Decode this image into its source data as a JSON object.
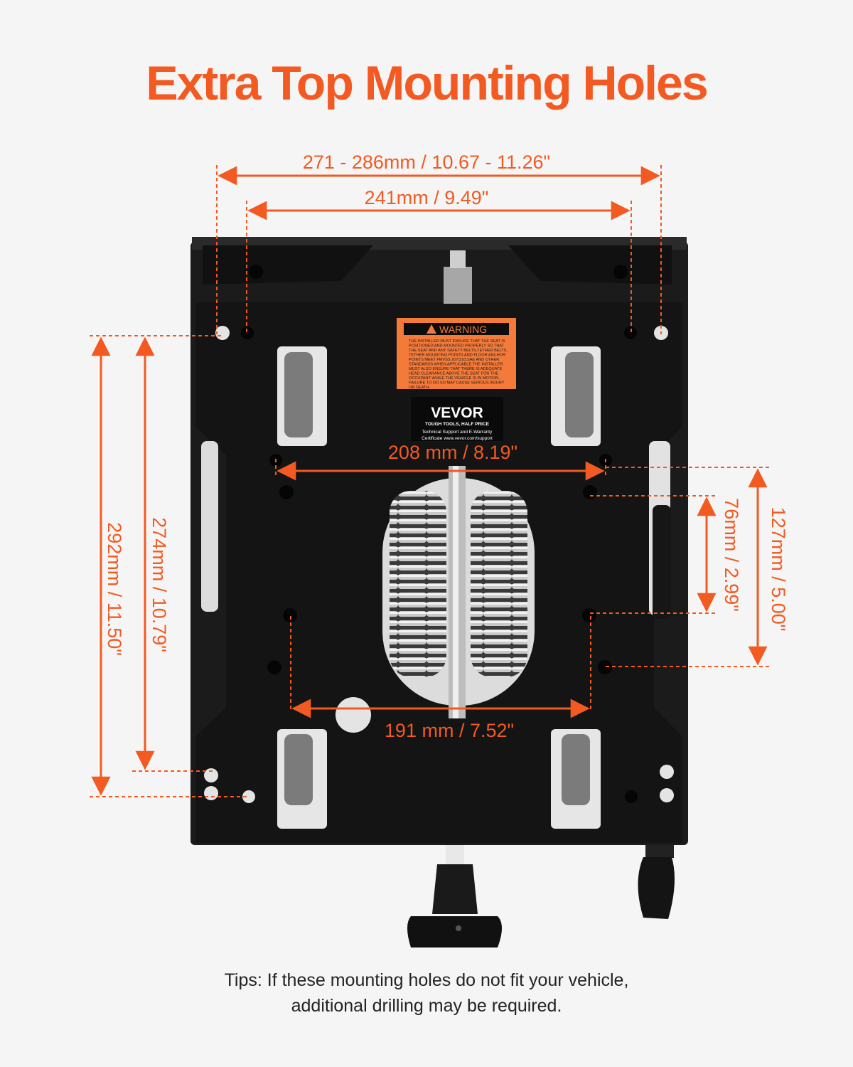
{
  "title": "Extra Top Mounting Holes",
  "colors": {
    "accent": "#f25a22",
    "frame": "#171717",
    "warning": "#f47a3a"
  },
  "dimensions": {
    "top_outer": "271 - 286mm / 10.67 - 11.26\"",
    "top_inner": "241mm / 9.49\"",
    "mid_width": "208 mm / 8.19\"",
    "bottom_width": "191 mm / 7.52\"",
    "left_outer": "292mm / 11.50\"",
    "left_inner": "274mm / 10.79\"",
    "right_inner": "76mm / 2.99\"",
    "right_outer": "127mm / 5.00\""
  },
  "product": {
    "warning_header": "WARNING",
    "warning_lines": [
      "THE INSTALLER MUST ENSURE THAT THE SEAT IS",
      "POSITIONED AND MOUNTED PROPERLY SO THAT",
      "THE SEAT AND ANY SAFETY BELTS,TETHER BELTS,",
      "TETHER MOUNTING POINTS AND FLOOR ANCHOR",
      "POINTS MEET FMVSS 207/210,SAE AND OTHER",
      "STANDARDS WHEN APPLICABLE.THE INSTALLER",
      "MUST ALSO ENSURE THAT THERE IS ADEQUATE",
      "HEAD CLEARANCE ABOVE THE SEAT FOR THE",
      "OCCUPANT WHILE THE VEHICLE IS IN MOTION.",
      "FAILURE TO DO SO MAY CAUSE SERIOUS INJURY",
      "OR DEATH."
    ],
    "brand": "VEVOR",
    "tagline": "TOUGH TOOLS, HALF PRICE",
    "support_line1": "Technical Support and E-Warranty",
    "support_line2": "Certificate www.vevor.com/support"
  },
  "tips": {
    "line1": "Tips: If these mounting holes do not fit your vehicle,",
    "line2": "additional drilling may be required."
  }
}
